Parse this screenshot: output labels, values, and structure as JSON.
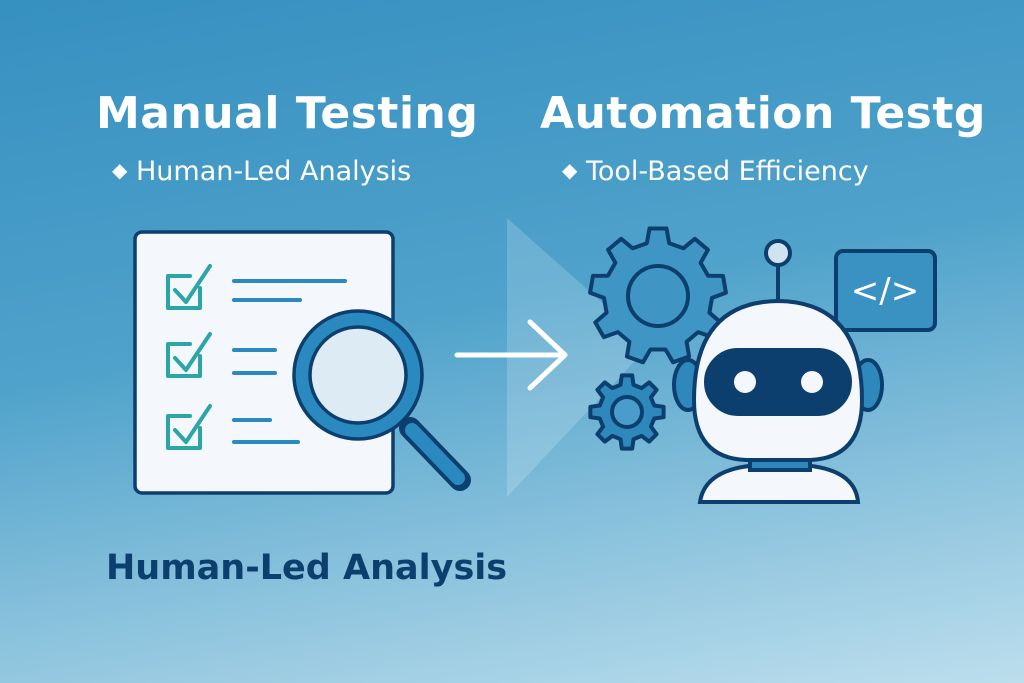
{
  "left": {
    "title": "Manual Testing",
    "subtitle": "Human-Led Analysis",
    "bullet": "◆",
    "caption": "Human-Led Analysis"
  },
  "right": {
    "title": "Automation Testg",
    "subtitle": "Tool-Based Efficiency",
    "bullet": "◆",
    "code_symbol": "</>"
  },
  "colors": {
    "navy": "#0d3f6e",
    "teal": "#2aa5a8",
    "line_blue": "#2a8ac0",
    "white": "#f4f7fb"
  }
}
